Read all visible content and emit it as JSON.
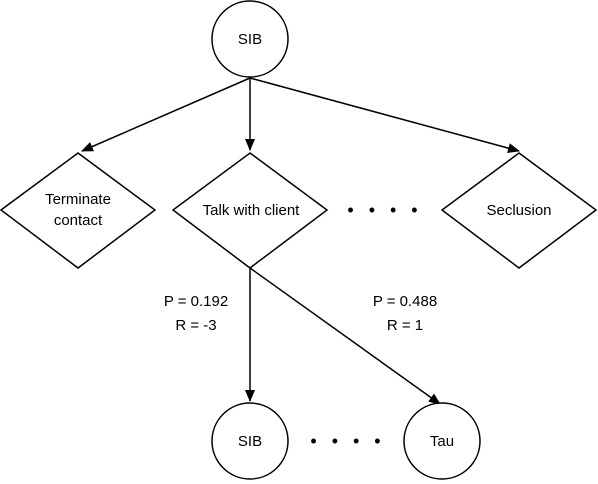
{
  "diagram": {
    "root": {
      "label": "SIB"
    },
    "actions": [
      {
        "lines": [
          "Terminate",
          "contact"
        ]
      },
      {
        "lines": [
          "Talk with client"
        ]
      },
      {
        "lines": [
          "Seclusion"
        ]
      }
    ],
    "action_ellipsis": "• • • •",
    "transitions": [
      {
        "probability": "P = 0.192",
        "reward": "R = -3"
      },
      {
        "probability": "P = 0.488",
        "reward": "R = 1"
      }
    ],
    "outcomes": [
      {
        "label": "SIB"
      },
      {
        "label": "Tau"
      }
    ],
    "outcome_ellipsis": "• • • •"
  }
}
